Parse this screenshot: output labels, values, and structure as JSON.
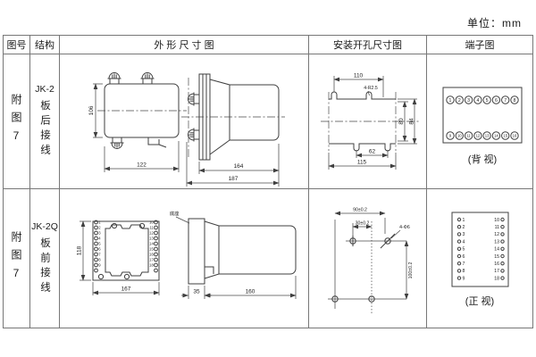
{
  "unit_label": "单位：mm",
  "headers": {
    "fig_no": "图号",
    "structure": "结构",
    "outline": "外 形 尺 寸 图",
    "install": "安装开孔尺寸图",
    "terminal": "端子图"
  },
  "row1": {
    "fig_no": "附图7",
    "model": "JK-2",
    "wiring": "板后接线",
    "outline": {
      "height": "106",
      "width": "122",
      "body_len": "164",
      "total_len": "187"
    },
    "install": {
      "top_span": "110",
      "holes_label": "4-R2.5",
      "v_inner": "80",
      "v_outer": "84",
      "bottom_inner": "62",
      "bottom_outer": "115"
    },
    "terminals": {
      "top": [
        "1",
        "2",
        "3",
        "4",
        "5",
        "6",
        "7",
        "8"
      ],
      "bottom": [
        "9",
        "10",
        "11",
        "12",
        "13",
        "14",
        "15",
        "16"
      ]
    },
    "view_label": "(背 视)"
  },
  "row2": {
    "fig_no": "附图7",
    "model": "JK-2Q",
    "wiring": "板前接线",
    "outline": {
      "height": "118",
      "width": "167",
      "base_label": "底座",
      "base_depth": "35",
      "body_len": "160"
    },
    "install": {
      "h_span": "90±0.2",
      "h_inner": "30±0.2",
      "holes_label": "4-Φ6",
      "v_span": "100±0.2"
    },
    "terminals": {
      "left": [
        "1",
        "2",
        "3",
        "4",
        "5",
        "6",
        "7",
        "8",
        "9"
      ],
      "right": [
        "10",
        "11",
        "12",
        "13",
        "14",
        "15",
        "16",
        "17",
        "18"
      ]
    },
    "view_label": "(正 视)"
  }
}
